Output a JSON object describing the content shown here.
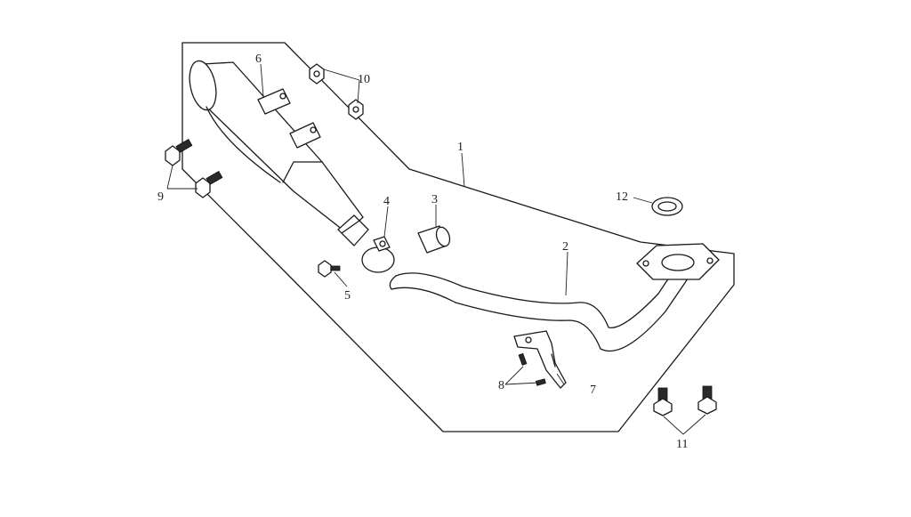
{
  "diagram": {
    "parts": [
      {
        "id": "1",
        "label": "1"
      },
      {
        "id": "2",
        "label": "2"
      },
      {
        "id": "3",
        "label": "3"
      },
      {
        "id": "4",
        "label": "4"
      },
      {
        "id": "5",
        "label": "5"
      },
      {
        "id": "6",
        "label": "6"
      },
      {
        "id": "7",
        "label": "7"
      },
      {
        "id": "8",
        "label": "8"
      },
      {
        "id": "9",
        "label": "9"
      },
      {
        "id": "10",
        "label": "10"
      },
      {
        "id": "11",
        "label": "11"
      },
      {
        "id": "12",
        "label": "12"
      }
    ]
  }
}
